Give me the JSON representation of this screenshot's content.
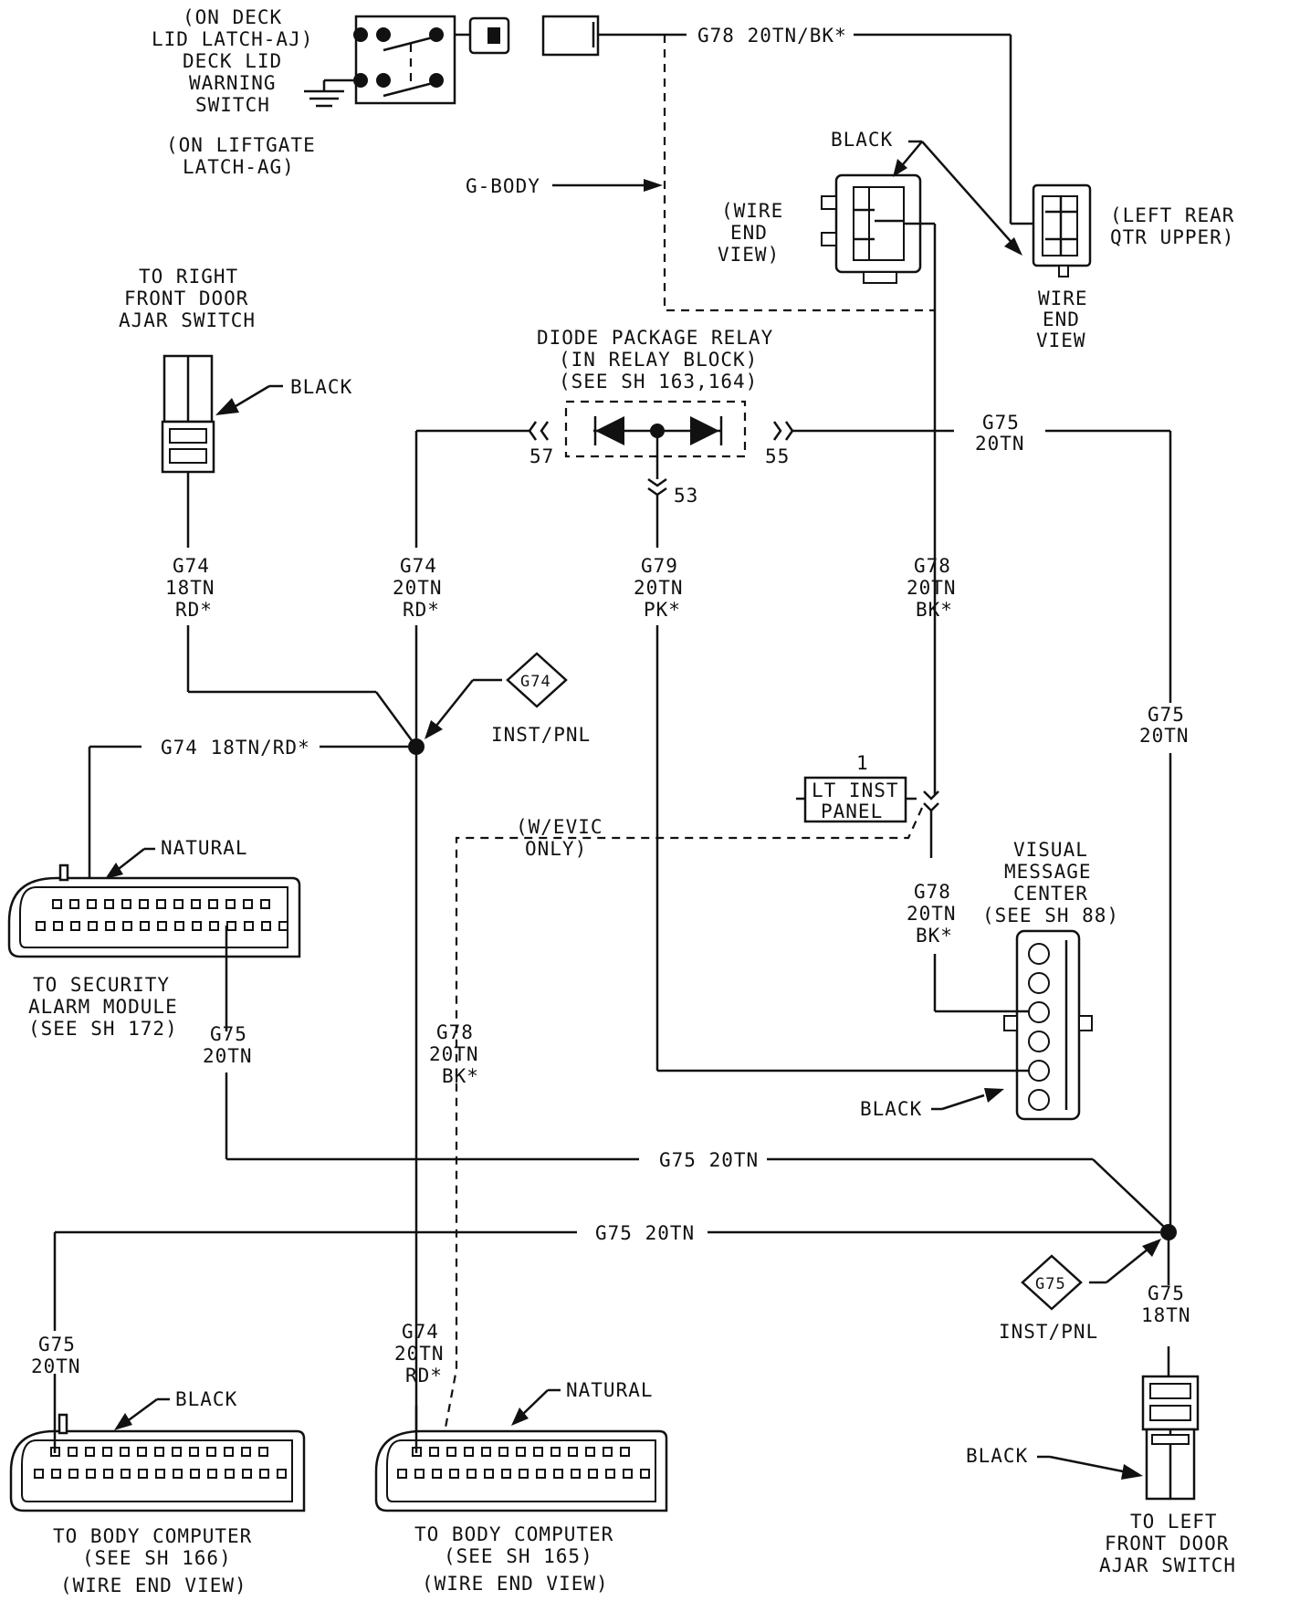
{
  "deck_switch": {
    "l1": "(ON DECK",
    "l2": "LID LATCH-AJ)",
    "l3": "DECK LID",
    "l4": "WARNING",
    "l5": "SWITCH",
    "l6": "(ON LIFTGATE",
    "l7": "LATCH-AG)"
  },
  "top_wire": "G78 20TN/BK*",
  "gbody": "G-BODY",
  "black_top": "BLACK",
  "wire_end_mid": {
    "l1": "(WIRE",
    "l2": "END",
    "l3": "VIEW)"
  },
  "left_rear": {
    "l1": "(LEFT REAR",
    "l2": "QTR UPPER)"
  },
  "wire_end_right": {
    "l1": "WIRE",
    "l2": "END",
    "l3": "VIEW"
  },
  "rf_door": {
    "l1": "TO RIGHT",
    "l2": "FRONT DOOR",
    "l3": "AJAR SWITCH",
    "color": "BLACK"
  },
  "relay": {
    "l1": "DIODE PACKAGE RELAY",
    "l2": "(IN RELAY BLOCK)",
    "l3": "(SEE SH 163,164)",
    "pin57": "57",
    "pin55": "55",
    "pin53": "53"
  },
  "g75_upper": {
    "l1": "G75",
    "l2": "20TN"
  },
  "wl_g74_18": {
    "l1": "G74",
    "l2": "18TN",
    "l3": "RD*"
  },
  "wl_g74_20": {
    "l1": "G74",
    "l2": "20TN",
    "l3": "RD*"
  },
  "wl_g79": {
    "l1": "G79",
    "l2": "20TN",
    "l3": "PK*"
  },
  "wl_g78_a": {
    "l1": "G78",
    "l2": "20TN",
    "l3": "BK*"
  },
  "g75_right": {
    "l1": "G75",
    "l2": "20TN"
  },
  "splice_g74": {
    "tag": "G74",
    "label": "INST/PNL"
  },
  "g74_horiz": "G74 18TN/RD*",
  "lt_panel": {
    "num": "1",
    "l1": "LT INST",
    "l2": "PANEL"
  },
  "evic": {
    "l1": "(W/EVIC",
    "l2": "ONLY)"
  },
  "natural_top": "NATURAL",
  "vmc": {
    "l1": "VISUAL",
    "l2": "MESSAGE",
    "l3": "CENTER",
    "l4": "(SEE SH 88)"
  },
  "wl_g78_b": {
    "l1": "G78",
    "l2": "20TN",
    "l3": "BK*"
  },
  "security": {
    "l1": "TO SECURITY",
    "l2": "ALARM MODULE",
    "l3": "(SEE SH 172)"
  },
  "wl_g75_sec": {
    "l1": "G75",
    "l2": "20TN"
  },
  "wl_g78_c": {
    "l1": "G78",
    "l2": "20TN",
    "l3": "BK*"
  },
  "black_vmc": "BLACK",
  "g75_h1": "G75 20TN",
  "g75_h2": "G75 20TN",
  "splice_g75": {
    "tag": "G75",
    "label": "INST/PNL"
  },
  "wl_g75_18": {
    "l1": "G75",
    "l2": "18TN"
  },
  "wl_g75_bc": {
    "l1": "G75",
    "l2": "20TN"
  },
  "wl_g74_bc": {
    "l1": "G74",
    "l2": "20TN",
    "l3": "RD*"
  },
  "black_bc": "BLACK",
  "natural_bc": "NATURAL",
  "bc166": {
    "l1": "TO BODY COMPUTER",
    "l2": "(SEE SH 166)",
    "l3": "(WIRE END VIEW)"
  },
  "bc165": {
    "l1": "TO BODY COMPUTER",
    "l2": "(SEE SH 165)",
    "l3": "(WIRE END VIEW)"
  },
  "black_lf": "BLACK",
  "lf_door": {
    "l1": "TO LEFT",
    "l2": "FRONT DOOR",
    "l3": "AJAR SWITCH"
  }
}
